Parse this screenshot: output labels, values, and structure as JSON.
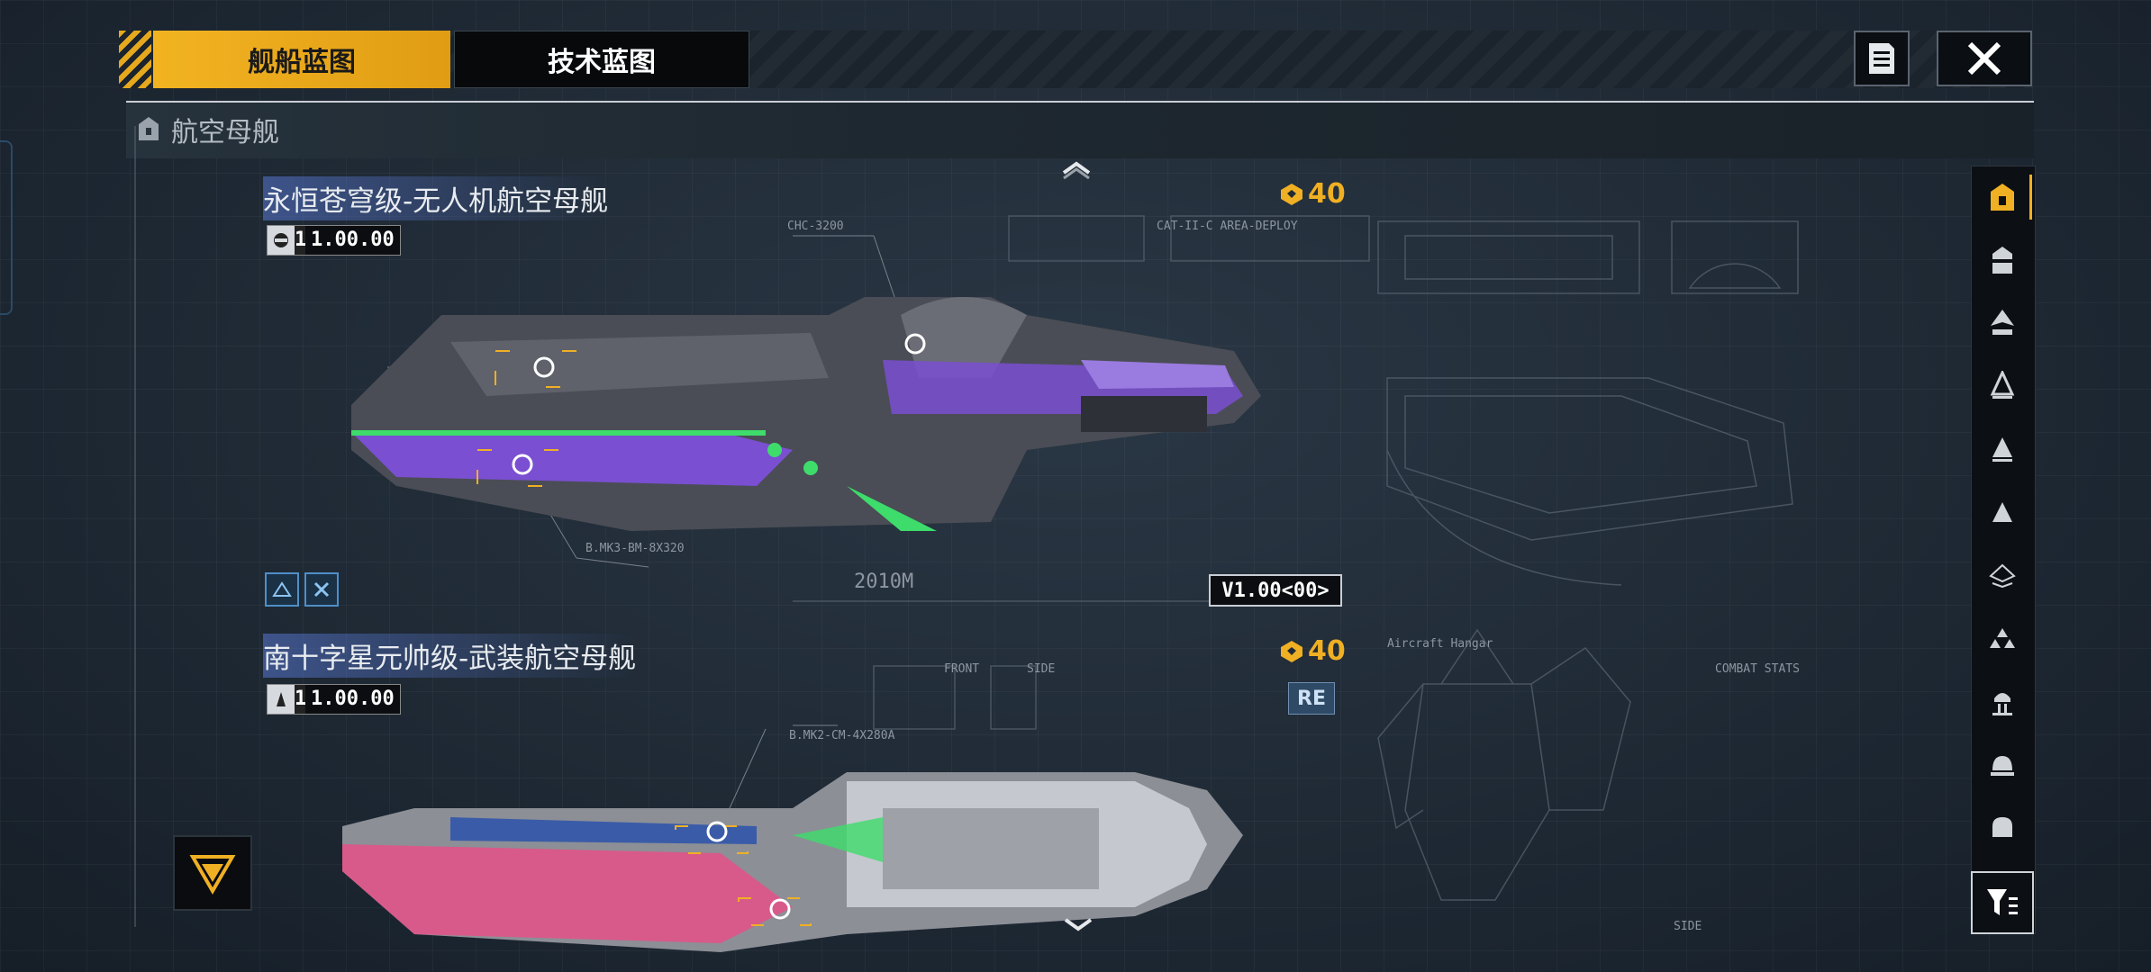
{
  "tabs": [
    {
      "label": "舰船蓝图",
      "active": true
    },
    {
      "label": "技术蓝图",
      "active": false
    }
  ],
  "category": {
    "label": "航空母舰",
    "icon": "carrier-icon"
  },
  "ships": [
    {
      "name": "永恒苍穹级-无人机航空母舰",
      "version_level": "1",
      "version_value": "1.00.00",
      "cost": "40",
      "code": "V1.00<00>",
      "hull_color": "#7a4fd1",
      "labels": [
        "CHC-3200",
        "B.MK3-BM-8X320",
        "2010M",
        "CAT-II-C AREA-DEPLOY"
      ]
    },
    {
      "name": "南十字星元帅级-武装航空母舰",
      "version_level": "1",
      "version_value": "1.00.00",
      "cost": "40",
      "badge": "RE",
      "hull_color": "#d85a8a",
      "labels": [
        "FRONT",
        "SIDE",
        "B.MK2-CM-4X280A",
        "Aircraft Hangar",
        "COMBAT STATS",
        "SIDE"
      ]
    }
  ],
  "sidebar_icons": [
    "carrier-icon",
    "battlecruiser-icon",
    "cruiser-icon",
    "destroyer-icon",
    "frigate-icon",
    "corvette-icon",
    "aircraft-icon",
    "fleet-icon",
    "station-icon",
    "support-icon",
    "shield-icon",
    "filter-icon"
  ],
  "colors": {
    "accent": "#f0b023",
    "title_highlight": "#5878d2",
    "background": "#1f2a35"
  }
}
